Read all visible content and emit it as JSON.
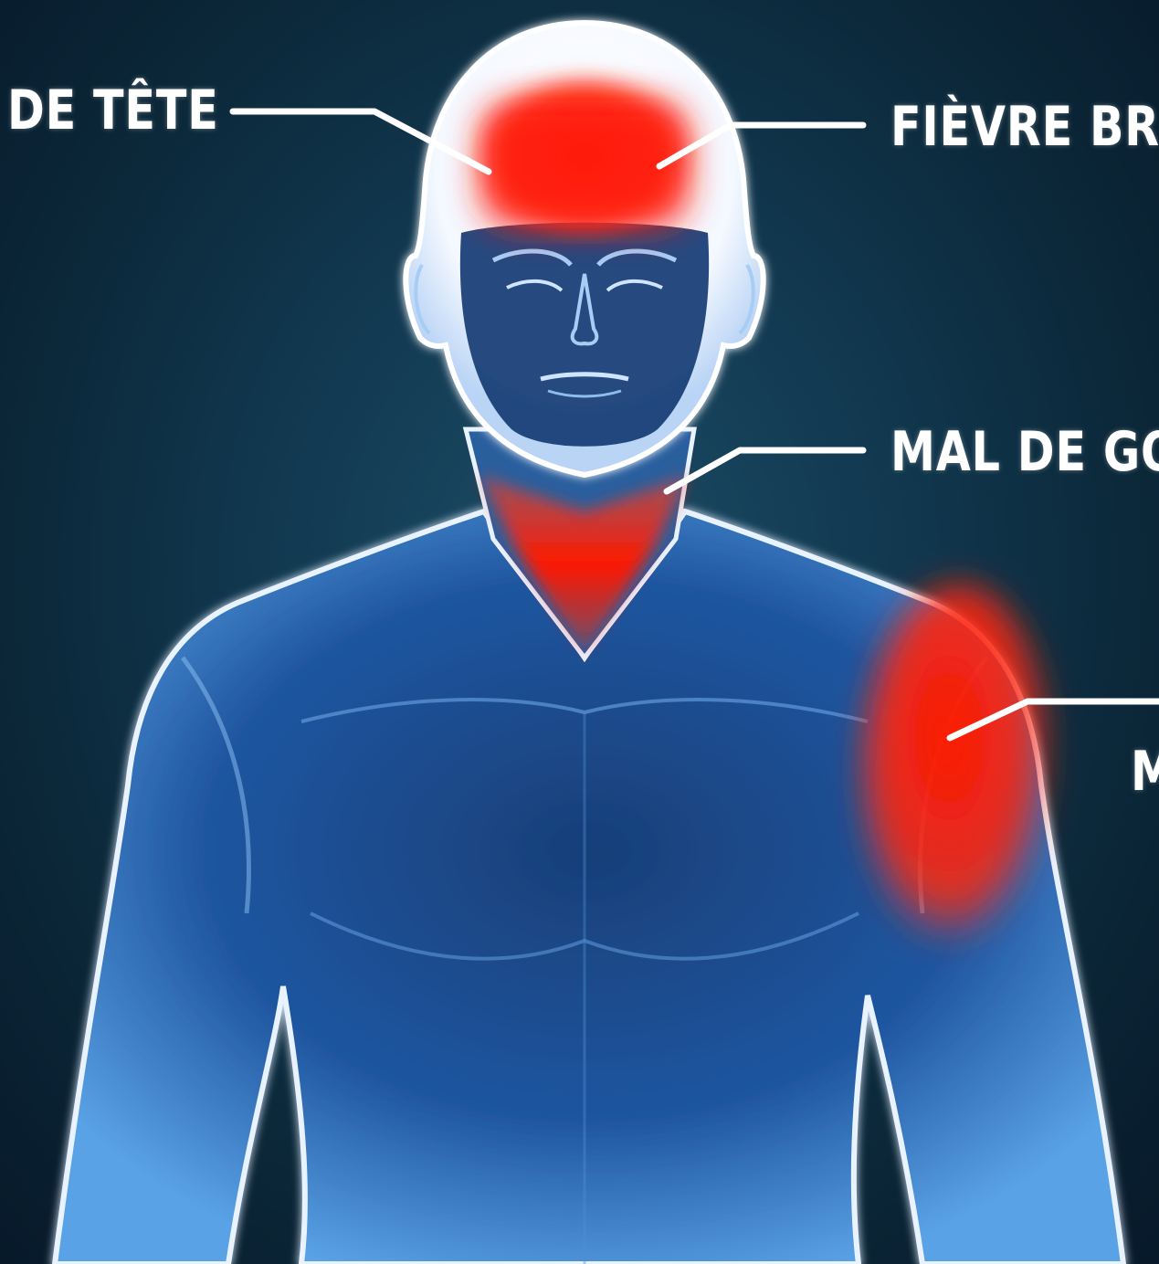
{
  "labels": {
    "headache": "DE TÊTE",
    "fever": "FIÈVRE BR",
    "sore_throat": "MAL DE GO",
    "muscle": "M"
  },
  "colors": {
    "background": "#0c2a3e",
    "body": "#1e4f8a",
    "outline": "#eaf4ff",
    "pain": "#ff1a0a",
    "text": "#ffffff"
  }
}
